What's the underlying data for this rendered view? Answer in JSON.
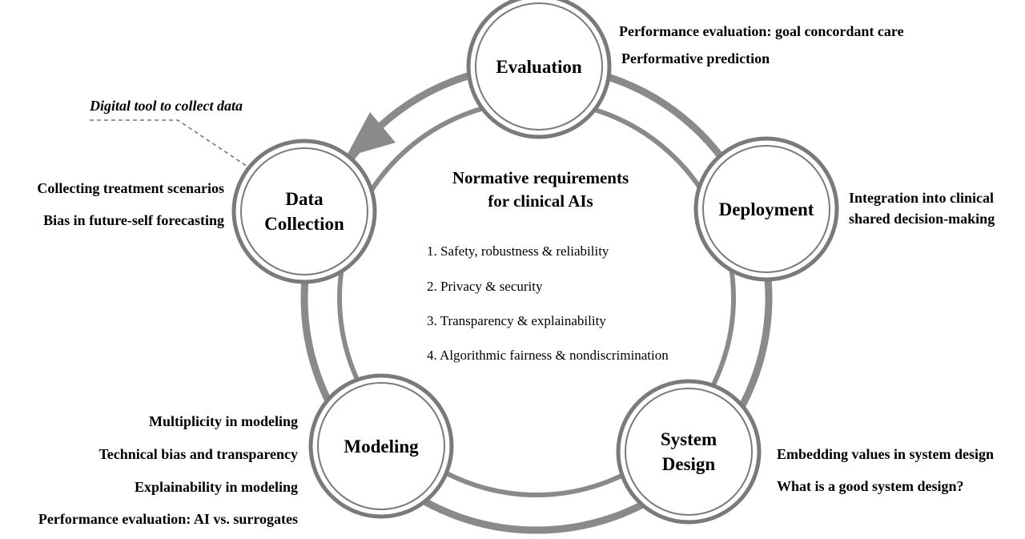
{
  "center": {
    "title_line1": "Normative requirements",
    "title_line2": "for clinical AIs",
    "requirements": [
      "1. Safety, robustness & reliability",
      "2. Privacy & security",
      "3. Transparency & explainability",
      "4. Algorithmic fairness & nondiscrimination"
    ]
  },
  "stages": {
    "evaluation": {
      "lines": [
        "Evaluation"
      ]
    },
    "deployment": {
      "lines": [
        "Deployment"
      ]
    },
    "system_design": {
      "lines": [
        "System",
        "Design"
      ]
    },
    "modeling": {
      "lines": [
        "Modeling"
      ]
    },
    "data_collection": {
      "lines": [
        "Data",
        "Collection"
      ]
    }
  },
  "notes": {
    "evaluation": [
      "Performance evaluation: goal concordant care",
      "Performative prediction"
    ],
    "deployment": [
      "Integration into clinical",
      "shared decision-making"
    ],
    "system_design": [
      "Embedding values in system design",
      "What is a good system design?"
    ],
    "modeling": [
      "Multiplicity in modeling",
      "Technical bias and transparency",
      "Explainability in modeling",
      "Performance evaluation: AI vs. surrogates"
    ],
    "data_collection": [
      "Collecting treatment scenarios",
      "Bias in future-self forecasting"
    ],
    "digital_tool": "Digital tool to collect data"
  },
  "colors": {
    "ring": "#8a8a8a",
    "circle_stroke": "#7a7a7a",
    "text": "#111111"
  }
}
